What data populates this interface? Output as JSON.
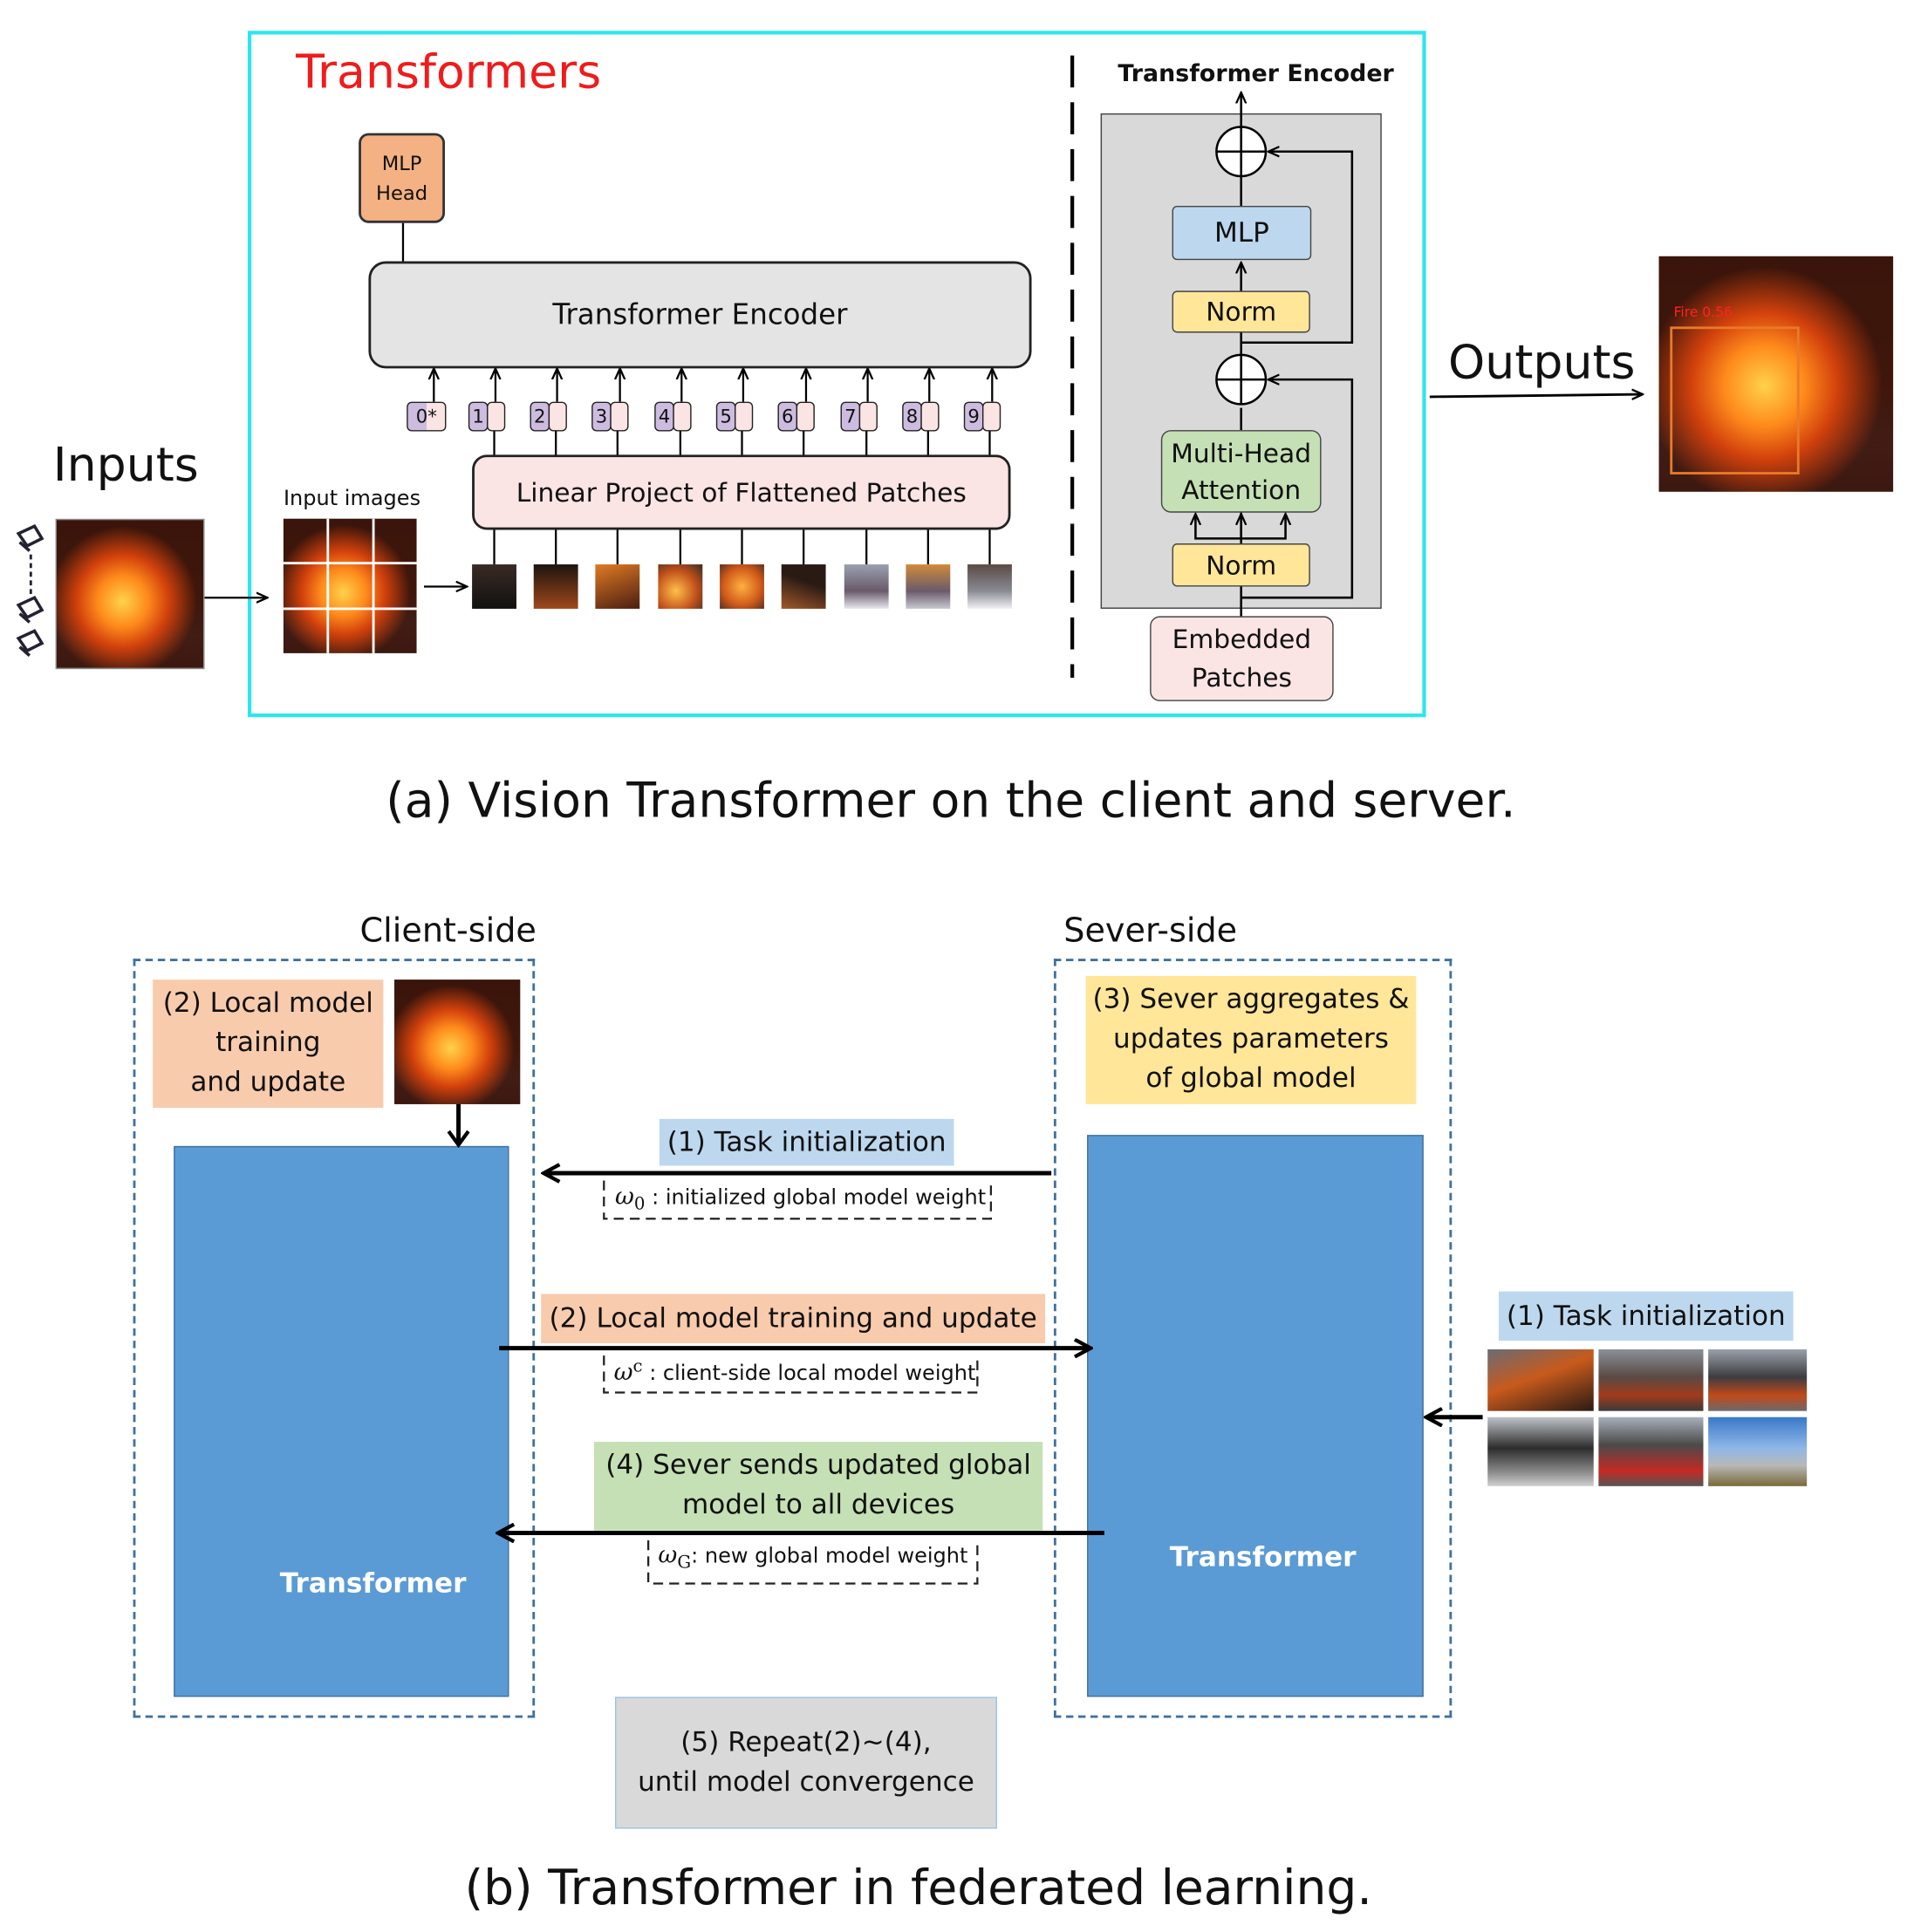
{
  "panel_a": {
    "title": "Transformers",
    "inputs_label": "Inputs",
    "outputs_label": "Outputs",
    "input_images_label": "Input images",
    "mlp_head": "MLP\nHead",
    "transformer_encoder": "Transformer Encoder",
    "linear_projection": "Linear Project of Flattened Patches",
    "tokens": [
      "0*",
      "1",
      "2",
      "3",
      "4",
      "5",
      "6",
      "7",
      "8",
      "9"
    ],
    "encoder_detail": {
      "title": "Transformer Encoder",
      "mlp": "MLP",
      "norm_top": "Norm",
      "attention": "Multi-Head\nAttention",
      "norm_bottom": "Norm",
      "embedded": "Embedded\nPatches"
    },
    "detection_label": "Fire  0.56",
    "caption": "(a) Vision Transformer on the client and server."
  },
  "panel_b": {
    "client_title": "Client-side",
    "server_title": "Sever-side",
    "client_step": "(2) Local model\ntraining\nand update",
    "server_step": "(3) Sever aggregates &\nupdates parameters\nof global model",
    "arrow1_label": "(1) Task initialization",
    "arrow1_weight_symbol": "ω",
    "arrow1_weight_sub": "0",
    "arrow1_weight_text": " : initialized global model weight",
    "arrow2_label": "(2) Local model training and update",
    "arrow2_weight_symbol": "ω",
    "arrow2_weight_sub": "c",
    "arrow2_weight_text": " : client-side local model weight",
    "arrow4_label": "(4) Sever sends updated global\nmodel to all devices",
    "arrow4_weight_symbol": "ω",
    "arrow4_weight_sub": "G",
    "arrow4_weight_text": ": new global model weight",
    "client_transformer": "Transformer",
    "server_transformer": "Transformer",
    "dataset_label": "(1) Task initialization",
    "repeat_label": "(5) Repeat(2)~(4),\nuntil model convergence",
    "caption": "(b) Transformer in federated learning."
  },
  "colors": {
    "cyan_border": "#2ee6ec",
    "title_red": "#ee1c1c",
    "transformer_blue": "#5b9bd5",
    "peach": "#f8cbad",
    "yellow": "#ffe699",
    "light_blue": "#bdd7ee",
    "green": "#c5e0b4",
    "grey": "#d9d9d9",
    "mlp_head_orange": "#f4b183",
    "pink": "#fbe4e4"
  }
}
